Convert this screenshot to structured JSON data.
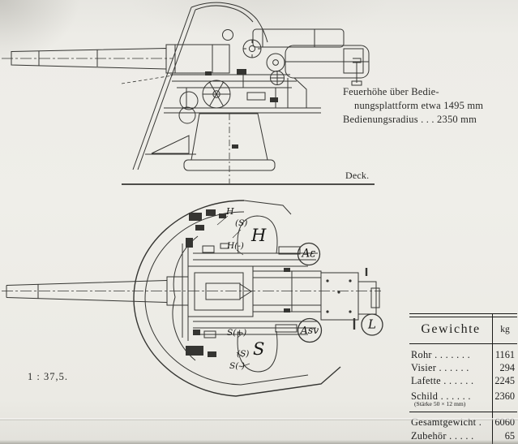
{
  "annotations": {
    "fire_height_line1": "Feuerhöhe über Bedie-",
    "fire_height_line2": "nungsplattform  etwa  1495 mm",
    "radius_line": "Bedienungsradius . . . 2350 mm",
    "deck_label": "Deck.",
    "scale": "1 : 37,5."
  },
  "drawing_labels": {
    "plan_small_h": "H",
    "plan_s_paren_top": "(S)",
    "plan_big_h": "H",
    "plan_h_minus": "H(-)",
    "plan_ae_circle": "Aε",
    "plan_asv_circle": "Asv",
    "plan_l_circle": "L",
    "plan_s_plus": "S(+)",
    "plan_big_s": "S",
    "plan_s_paren_bottom": "(S)",
    "plan_s_minus": "S(-)"
  },
  "weights_table": {
    "title": "Gewichte",
    "unit_header": "kg",
    "rows": [
      {
        "label": "Rohr",
        "dots": ". . . . . . .",
        "value": "1161"
      },
      {
        "label": "Visier",
        "dots": ". . . . . .",
        "value": "294"
      },
      {
        "label": "Lafette",
        "dots": ". . . . . .",
        "value": "2245"
      },
      {
        "label": "Schild",
        "dots": ". . . . . .",
        "value": "2360",
        "note": "(Stärke 50 × 12 mm)"
      },
      {
        "label": "Gesamtgewicht",
        "dots": ".",
        "value": "6060"
      },
      {
        "label": "Zubehör",
        "dots": ". . . . .",
        "value": "65"
      }
    ]
  },
  "colors": {
    "paper": "#efeee9",
    "ink": "#1c1c1c"
  }
}
